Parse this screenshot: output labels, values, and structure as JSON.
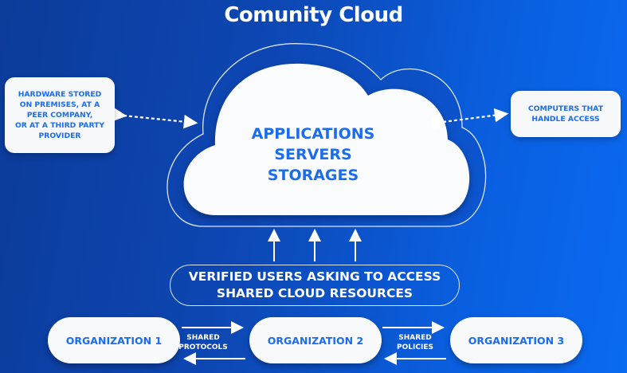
{
  "title": "Comunity Cloud",
  "colors": {
    "accent": "#1a6cf0",
    "bg_dark": "#0c3b9a",
    "bg_light": "#0a6af0",
    "card": "#f7f8fa"
  },
  "cloud": {
    "lines": [
      "APPLICATIONS",
      "SERVERS",
      "STORAGES"
    ]
  },
  "left_card": {
    "lines": [
      "HARDWARE STORED",
      "ON PREMISES, AT A",
      "PEER COMPANY,",
      "OR AT A THIRD PARTY",
      "PROVIDER"
    ]
  },
  "right_card": {
    "lines": [
      "COMPUTERS THAT",
      "HANDLE ACCESS"
    ]
  },
  "verified": {
    "lines": [
      "VERIFIED USERS ASKING TO ACCESS",
      "SHARED CLOUD RESOURCES"
    ]
  },
  "organizations": [
    {
      "label": "ORGANIZATION 1"
    },
    {
      "label": "ORGANIZATION 2"
    },
    {
      "label": "ORGANIZATION 3"
    }
  ],
  "links": [
    {
      "lines": [
        "SHARED",
        "PROTOCOLS"
      ]
    },
    {
      "lines": [
        "SHARED",
        "POLICIES"
      ]
    }
  ],
  "icons": [
    "dotted-double-arrow-icon",
    "up-arrow-icon",
    "right-arrow-icon",
    "left-arrow-icon"
  ]
}
